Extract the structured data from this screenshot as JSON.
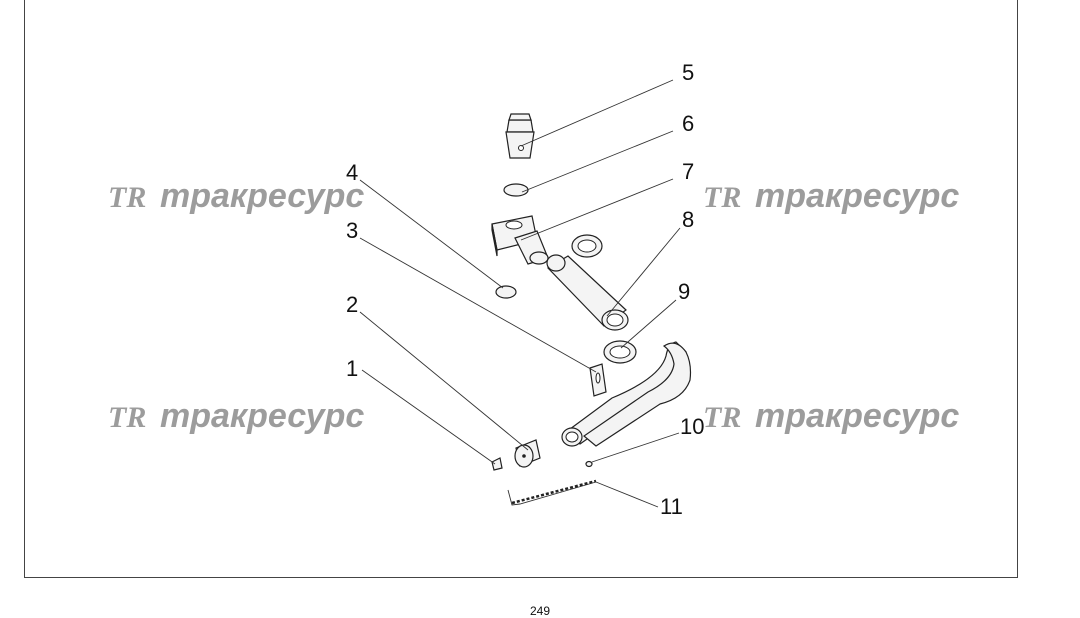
{
  "watermark": {
    "brand": "трakресурс",
    "brand_text": "тракресурс",
    "logo": "TR"
  },
  "callouts": [
    "1",
    "2",
    "3",
    "4",
    "5",
    "6",
    "7",
    "8",
    "9",
    "10",
    "11"
  ],
  "page_number": "249"
}
